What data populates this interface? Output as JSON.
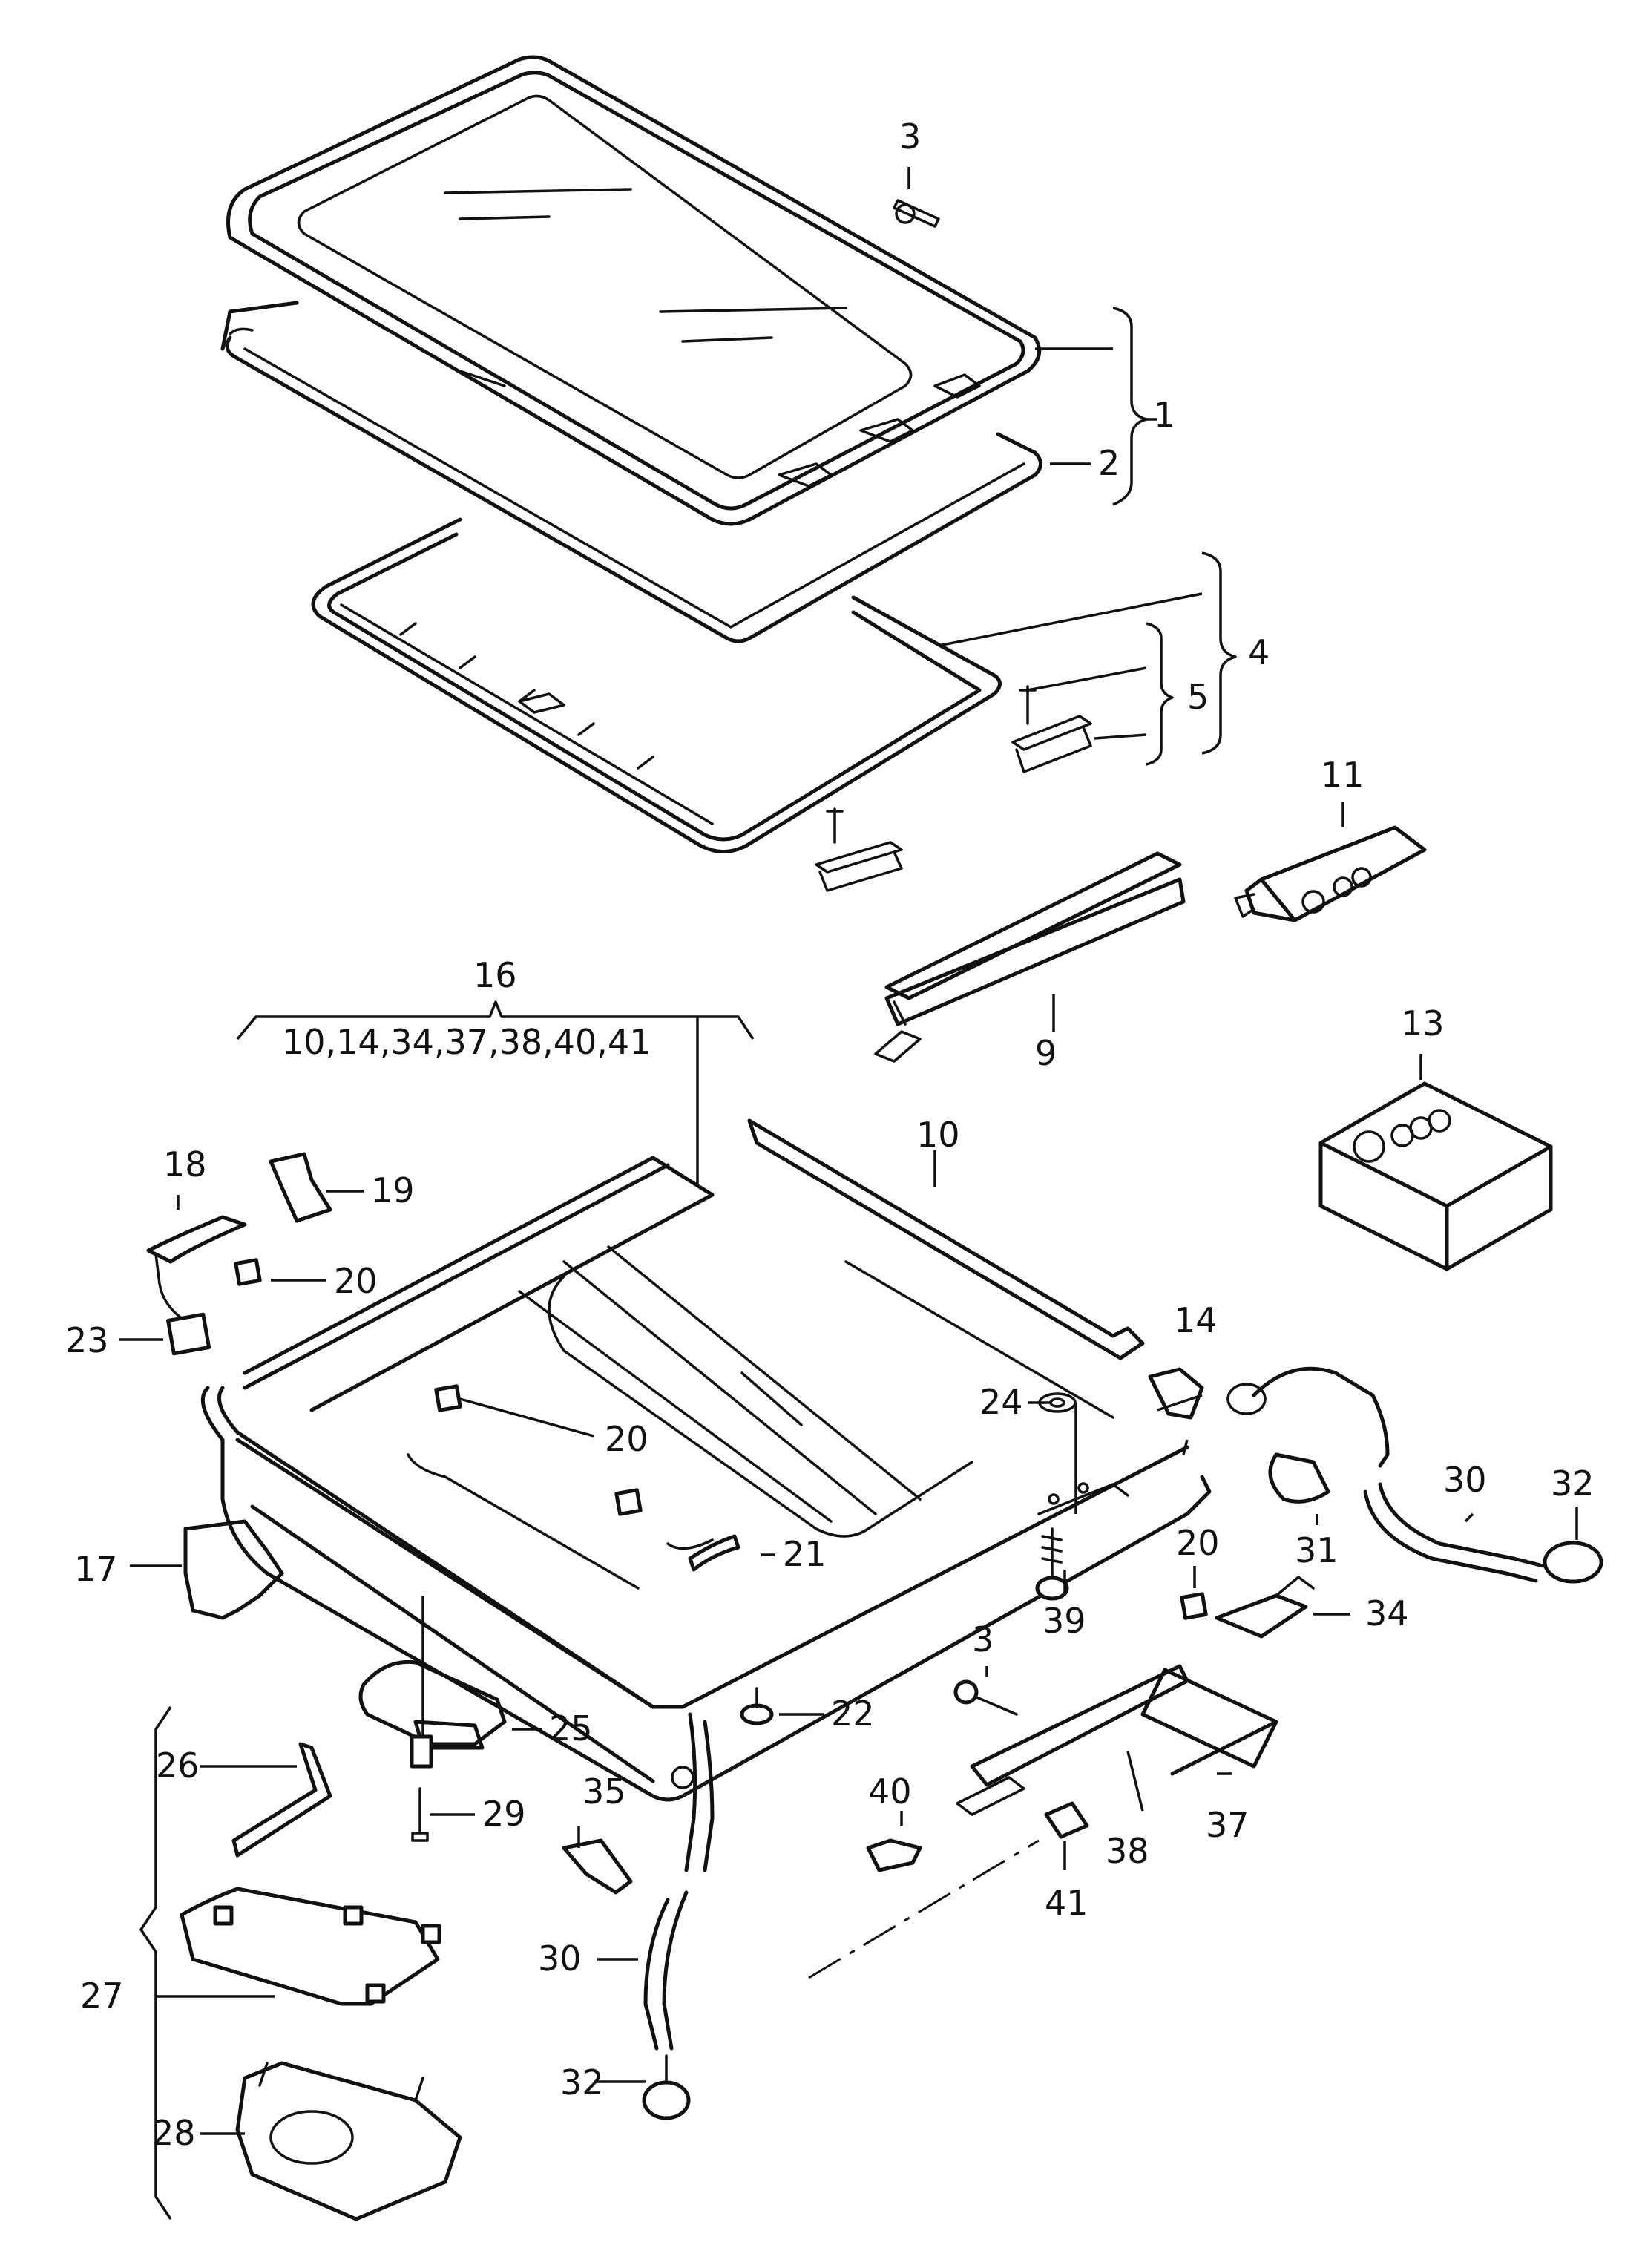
{
  "callouts": {
    "c1": "1",
    "c2": "2",
    "c3a": "3",
    "c3b": "3",
    "c4": "4",
    "c5": "5",
    "c9": "9",
    "c10": "10",
    "c11": "11",
    "c13": "13",
    "c14": "14",
    "c16": "16",
    "c16_sub": "10,14,34,37,38,40,41",
    "c17": "17",
    "c18": "18",
    "c19": "19",
    "c20a": "20",
    "c20b": "20",
    "c20c": "20",
    "c21": "21",
    "c22": "22",
    "c23": "23",
    "c24": "24",
    "c25": "25",
    "c26": "26",
    "c27": "27",
    "c28": "28",
    "c29": "29",
    "c30a": "30",
    "c30b": "30",
    "c31": "31",
    "c32a": "32",
    "c32b": "32",
    "c34": "34",
    "c35": "35",
    "c37": "37",
    "c38": "38",
    "c39": "39",
    "c40": "40",
    "c41": "41"
  }
}
